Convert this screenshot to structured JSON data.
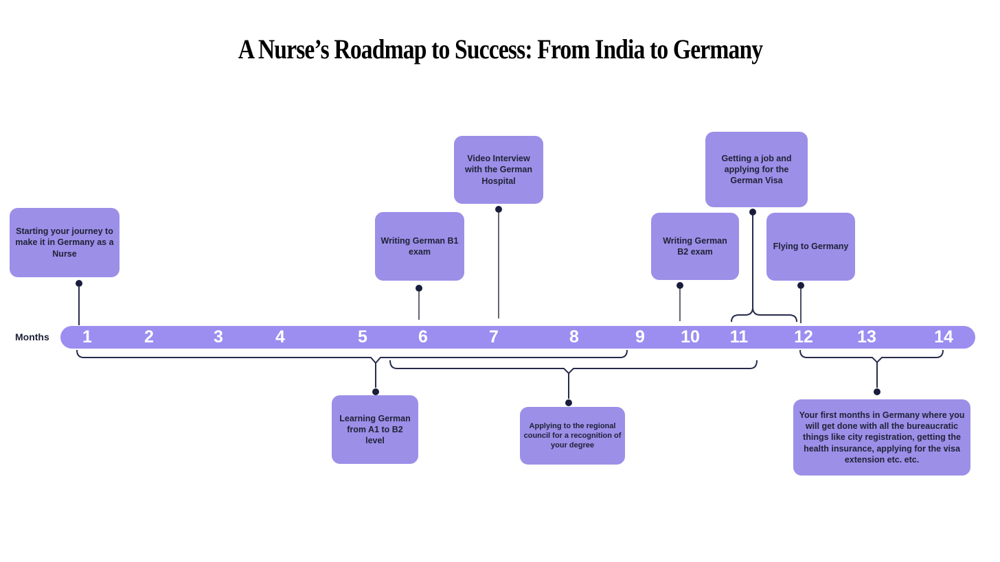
{
  "title": "A Nurse’s Roadmap to Success: From India to Germany",
  "timeline": {
    "axis_label": "Months",
    "months": [
      "1",
      "2",
      "3",
      "4",
      "5",
      "6",
      "7",
      "8",
      "9",
      "10",
      "11",
      "12",
      "13",
      "14"
    ]
  },
  "milestones_above": [
    {
      "label": "Starting your journey to make it in Germany as a Nurse",
      "anchor_month": "1"
    },
    {
      "label": "Writing German B1 exam",
      "anchor_month": "6"
    },
    {
      "label": "Video Interview with the German Hospital",
      "anchor_month": "7"
    },
    {
      "label": "Writing German B2 exam",
      "anchor_month": "10"
    },
    {
      "label": "Getting a job and applying for the German Visa",
      "anchor_month": "11-12"
    },
    {
      "label": "Flying to Germany",
      "anchor_month": "12"
    }
  ],
  "milestones_below": [
    {
      "label": "Learning German from A1 to B2 level",
      "anchor_month": "5"
    },
    {
      "label": "Applying to the regional council for a recognition of your degree",
      "anchor_month": "8"
    },
    {
      "label": "Your first months in Germany where you will get done with all the bureaucratic things like city registration, getting the health insurance, applying for the visa extension etc. etc.",
      "anchor_month": "13"
    }
  ],
  "colors": {
    "timeline_bar": "#9C8DF0",
    "milestone_box": "#9C8FE8",
    "month_text": "#FFFFFF",
    "box_text": "#1E2235",
    "connector_line": "#54565F",
    "bracket_line": "#262B4B",
    "dot": "#191D3B",
    "title_text": "#000000",
    "background": "#FFFFFF"
  }
}
